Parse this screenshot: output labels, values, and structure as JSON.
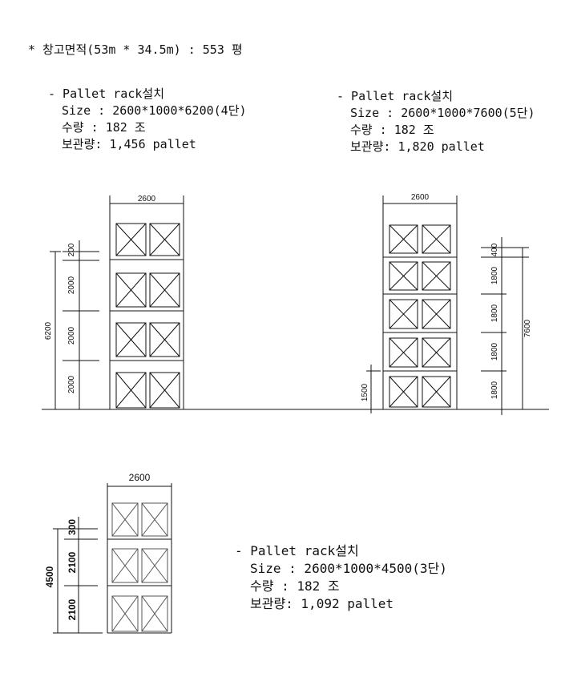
{
  "header": {
    "area": "* 창고면적(53m * 34.5m) : 553 평"
  },
  "spec_a": {
    "title": "- Pallet rack설치",
    "size": "Size : 2600*1000*6200(4단)",
    "qty": "수량 : 182 조",
    "storage": "보관량: 1,456 pallet"
  },
  "spec_b": {
    "title": "- Pallet rack설치",
    "size": "Size : 2600*1000*7600(5단)",
    "qty": "수량 : 182 조",
    "storage": "보관량: 1,820 pallet"
  },
  "spec_c": {
    "title": "- Pallet rack설치",
    "size": "Size : 2600*1000*4500(3단)",
    "qty": "수량 : 182 조",
    "storage": "보관량: 1,092 pallet"
  },
  "rack_a": {
    "width": "2600",
    "total": "6200",
    "levels": [
      "200",
      "2000",
      "2000",
      "2000"
    ]
  },
  "rack_b": {
    "width": "2600",
    "total": "7600",
    "levels": [
      "400",
      "1800",
      "1800",
      "1800",
      "1800"
    ],
    "base": "1500"
  },
  "rack_c": {
    "width": "2600",
    "total": "4500",
    "levels": [
      "300",
      "2100",
      "2100"
    ]
  }
}
